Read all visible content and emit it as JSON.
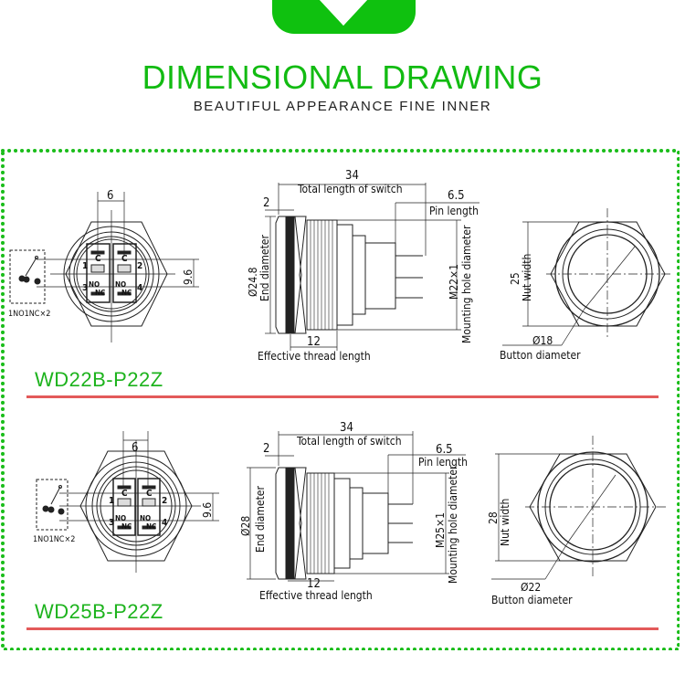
{
  "header": {
    "title": "DIMENSIONAL DRAWING",
    "subtitle": "BEAUTIFUL APPEARANCE FINE INNER",
    "accent_color": "#12bb12",
    "chevron_icon": "chevron-down-icon"
  },
  "frame": {
    "border_color": "#1bbd1b",
    "border_style": "dotted"
  },
  "products": [
    {
      "model": "WD22B-P22Z",
      "rule_color": "#e35a5a",
      "front": {
        "contact_spacing": "6",
        "pin_spacing": "9.6",
        "wiring_label": "1NO1NC×2",
        "terminals": [
          "1",
          "2",
          "3",
          "4"
        ],
        "contact_labels": [
          "C",
          "C",
          "NO",
          "NC",
          "NO",
          "NC"
        ]
      },
      "side": {
        "total_length": "34",
        "total_length_label": "Total length of switch",
        "head_thickness": "2",
        "pin_length": "6.5",
        "pin_length_label": "Pin length",
        "end_diameter": "Ø24.8",
        "end_diameter_label": "End diameter",
        "thread": "M22×1",
        "thread_label": "Mounting hole diameter",
        "thread_length": "12",
        "thread_length_label": "Effective thread length"
      },
      "rear": {
        "nut_width": "25",
        "nut_width_label": "Nut width",
        "button_diameter": "Ø18",
        "button_diameter_label": "Button diameter"
      }
    },
    {
      "model": "WD25B-P22Z",
      "rule_color": "#e35a5a",
      "front": {
        "contact_spacing": "6",
        "pin_spacing": "9.6",
        "wiring_label": "1NO1NC×2",
        "terminals": [
          "1",
          "2",
          "3",
          "4"
        ],
        "contact_labels": [
          "C",
          "C",
          "NO",
          "NC",
          "NO",
          "NC"
        ]
      },
      "side": {
        "total_length": "34",
        "total_length_label": "Total length of switch",
        "head_thickness": "2",
        "pin_length": "6.5",
        "pin_length_label": "Pin length",
        "end_diameter": "Ø28",
        "end_diameter_label": "End diameter",
        "thread": "M25×1",
        "thread_label": "Mounting hole diameter",
        "thread_length": "12",
        "thread_length_label": "Effective thread length"
      },
      "rear": {
        "nut_width": "28",
        "nut_width_label": "Nut width",
        "button_diameter": "Ø22",
        "button_diameter_label": "Button diameter"
      }
    }
  ]
}
